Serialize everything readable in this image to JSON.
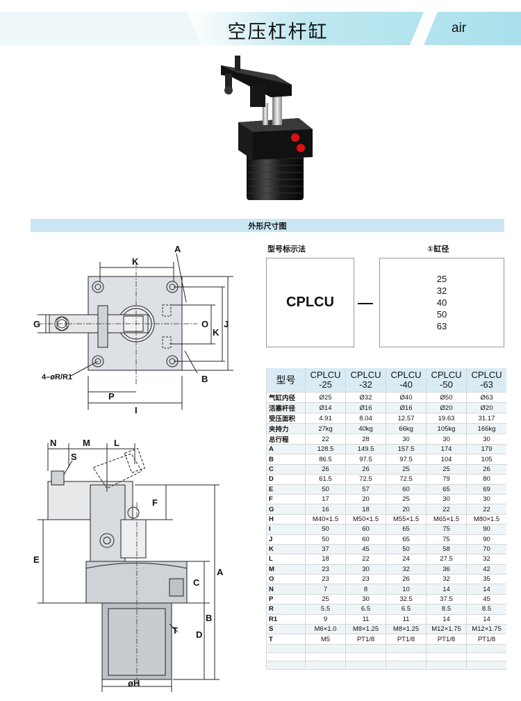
{
  "header": {
    "title": "空压杠杆缸",
    "subtitle": "air"
  },
  "section_title": "外形尺寸图",
  "model_notation": {
    "label": "型号标示法",
    "bore_label": "①缸径",
    "model": "CPLCU",
    "dash": "—",
    "bores": [
      "25",
      "32",
      "40",
      "50",
      "63"
    ]
  },
  "drawing_labels": {
    "top": {
      "A": "A",
      "K": "K",
      "G": "G",
      "O": "O",
      "J": "J",
      "B": "B",
      "P": "P",
      "I": "I",
      "R": "4–øR/R1"
    },
    "side": {
      "N": "N",
      "M": "M",
      "L": "L",
      "S": "S",
      "F": "F",
      "E": "E",
      "C": "C",
      "A": "A",
      "B": "B",
      "D": "D",
      "T": "T",
      "H": "øH"
    }
  },
  "table": {
    "header_label": "型号",
    "columns": [
      {
        "l1": "CPLCU",
        "l2": "-25"
      },
      {
        "l1": "CPLCU",
        "l2": "-32"
      },
      {
        "l1": "CPLCU",
        "l2": "-40"
      },
      {
        "l1": "CPLCU",
        "l2": "-50"
      },
      {
        "l1": "CPLCU",
        "l2": "-63"
      }
    ],
    "rows": [
      {
        "name": "气缸内径",
        "vals": [
          "Ø25",
          "Ø32",
          "Ø40",
          "Ø50",
          "Ø63"
        ]
      },
      {
        "name": "活塞杆径",
        "vals": [
          "Ø14",
          "Ø16",
          "Ø16",
          "Ø20",
          "Ø20"
        ]
      },
      {
        "name": "受压面积",
        "vals": [
          "4.91",
          "8.04",
          "12.57",
          "19.63",
          "31.17"
        ]
      },
      {
        "name": "夹持力",
        "vals": [
          "27kg",
          "40kg",
          "66kg",
          "105kg",
          "166kg"
        ]
      },
      {
        "name": "总行程",
        "vals": [
          "22",
          "28",
          "30",
          "30",
          "30"
        ]
      },
      {
        "name": "A",
        "vals": [
          "128.5",
          "149.5",
          "157.5",
          "174",
          "179"
        ]
      },
      {
        "name": "B",
        "vals": [
          "86.5",
          "97.5",
          "97.5",
          "104",
          "105"
        ]
      },
      {
        "name": "C",
        "vals": [
          "26",
          "26",
          "25",
          "25",
          "26"
        ]
      },
      {
        "name": "D",
        "vals": [
          "61.5",
          "72.5",
          "72.5",
          "79",
          "80"
        ]
      },
      {
        "name": "E",
        "vals": [
          "50",
          "57",
          "60",
          "65",
          "69"
        ]
      },
      {
        "name": "F",
        "vals": [
          "17",
          "20",
          "25",
          "30",
          "30"
        ]
      },
      {
        "name": "G",
        "vals": [
          "16",
          "18",
          "20",
          "22",
          "22"
        ]
      },
      {
        "name": "H",
        "vals": [
          "M40×1.5",
          "M50×1.5",
          "M55×1.5",
          "M65×1.5",
          "M80×1.5"
        ]
      },
      {
        "name": "I",
        "vals": [
          "50",
          "60",
          "65",
          "75",
          "90"
        ]
      },
      {
        "name": "J",
        "vals": [
          "50",
          "60",
          "65",
          "75",
          "90"
        ]
      },
      {
        "name": "K",
        "vals": [
          "37",
          "45",
          "50",
          "58",
          "70"
        ]
      },
      {
        "name": "L",
        "vals": [
          "18",
          "22",
          "24",
          "27.5",
          "32"
        ]
      },
      {
        "name": "M",
        "vals": [
          "23",
          "30",
          "32",
          "36",
          "42"
        ]
      },
      {
        "name": "O",
        "vals": [
          "23",
          "23",
          "26",
          "32",
          "35"
        ]
      },
      {
        "name": "N",
        "vals": [
          "7",
          "8",
          "10",
          "14",
          "14"
        ]
      },
      {
        "name": "P",
        "vals": [
          "25",
          "30",
          "32.5",
          "37.5",
          "45"
        ]
      },
      {
        "name": "R",
        "vals": [
          "5.5",
          "6.5",
          "6.5",
          "8.5",
          "8.5"
        ]
      },
      {
        "name": "R1",
        "vals": [
          "9",
          "11",
          "11",
          "14",
          "14"
        ]
      },
      {
        "name": "S",
        "vals": [
          "M6×1.0",
          "M8×1.25",
          "M8×1.25",
          "M12×1.75",
          "M12×1.75"
        ]
      },
      {
        "name": "T",
        "vals": [
          "M5",
          "PT1/8",
          "PT1/8",
          "PT1/8",
          "PT1/8"
        ]
      }
    ],
    "blank_rows": 3
  }
}
